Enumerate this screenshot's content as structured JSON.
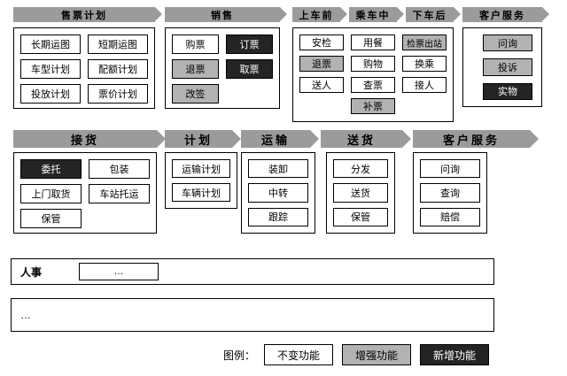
{
  "colors": {
    "unchanged": "#ffffff",
    "enhanced": "#b2b2b2",
    "new": "#242424",
    "chevron": "#9b9b9b"
  },
  "passenger": {
    "chevrons": [
      "售票计划",
      "销售",
      "上车前",
      "乘车中",
      "下车后",
      "客户服务"
    ],
    "ticket_plan": {
      "items": [
        {
          "label": "长期运图",
          "type": "unchanged"
        },
        {
          "label": "短期运图",
          "type": "unchanged"
        },
        {
          "label": "车型计划",
          "type": "unchanged"
        },
        {
          "label": "配额计划",
          "type": "unchanged"
        },
        {
          "label": "投放计划",
          "type": "unchanged"
        },
        {
          "label": "票价计划",
          "type": "unchanged"
        }
      ]
    },
    "sales": {
      "items": [
        {
          "label": "购票",
          "type": "unchanged"
        },
        {
          "label": "订票",
          "type": "new"
        },
        {
          "label": "退票",
          "type": "enhanced"
        },
        {
          "label": "取票",
          "type": "new"
        },
        {
          "label": "改签",
          "type": "enhanced"
        }
      ]
    },
    "journey": {
      "before_boarding": [
        {
          "label": "安检",
          "type": "unchanged"
        },
        {
          "label": "退票",
          "type": "enhanced"
        },
        {
          "label": "送人",
          "type": "unchanged"
        }
      ],
      "on_board": [
        {
          "label": "用餐",
          "type": "unchanged"
        },
        {
          "label": "购物",
          "type": "unchanged"
        },
        {
          "label": "查票",
          "type": "unchanged"
        },
        {
          "label": "补票",
          "type": "enhanced"
        }
      ],
      "after_alighting": [
        {
          "label": "检票出站",
          "type": "enhanced"
        },
        {
          "label": "换乘",
          "type": "unchanged"
        },
        {
          "label": "接人",
          "type": "unchanged"
        }
      ]
    },
    "service": {
      "items": [
        {
          "label": "问询",
          "type": "enhanced"
        },
        {
          "label": "投诉",
          "type": "enhanced"
        },
        {
          "label": "实物",
          "type": "new"
        }
      ]
    }
  },
  "freight": {
    "chevrons": [
      "接货",
      "计划",
      "运输",
      "送货",
      "客户服务"
    ],
    "receiving": {
      "items": [
        {
          "label": "委托",
          "type": "new"
        },
        {
          "label": "包装",
          "type": "unchanged"
        },
        {
          "label": "上门取货",
          "type": "unchanged"
        },
        {
          "label": "车站托运",
          "type": "unchanged"
        },
        {
          "label": "保管",
          "type": "unchanged"
        }
      ]
    },
    "planning": {
      "items": [
        {
          "label": "运输计划",
          "type": "unchanged"
        },
        {
          "label": "车辆计划",
          "type": "unchanged"
        }
      ]
    },
    "transport": {
      "items": [
        {
          "label": "装卸",
          "type": "unchanged"
        },
        {
          "label": "中转",
          "type": "unchanged"
        },
        {
          "label": "跟踪",
          "type": "unchanged"
        }
      ]
    },
    "delivery": {
      "items": [
        {
          "label": "分发",
          "type": "unchanged"
        },
        {
          "label": "送货",
          "type": "unchanged"
        },
        {
          "label": "保管",
          "type": "unchanged"
        }
      ]
    },
    "service": {
      "items": [
        {
          "label": "问询",
          "type": "unchanged"
        },
        {
          "label": "查询",
          "type": "unchanged"
        },
        {
          "label": "赔偿",
          "type": "unchanged"
        }
      ]
    }
  },
  "hr": {
    "label": "人事",
    "item": "…"
  },
  "misc": {
    "label": "…"
  },
  "legend": {
    "label": "图例：",
    "items": [
      {
        "label": "不变功能",
        "type": "unchanged"
      },
      {
        "label": "增强功能",
        "type": "enhanced"
      },
      {
        "label": "新增功能",
        "type": "new"
      }
    ]
  }
}
